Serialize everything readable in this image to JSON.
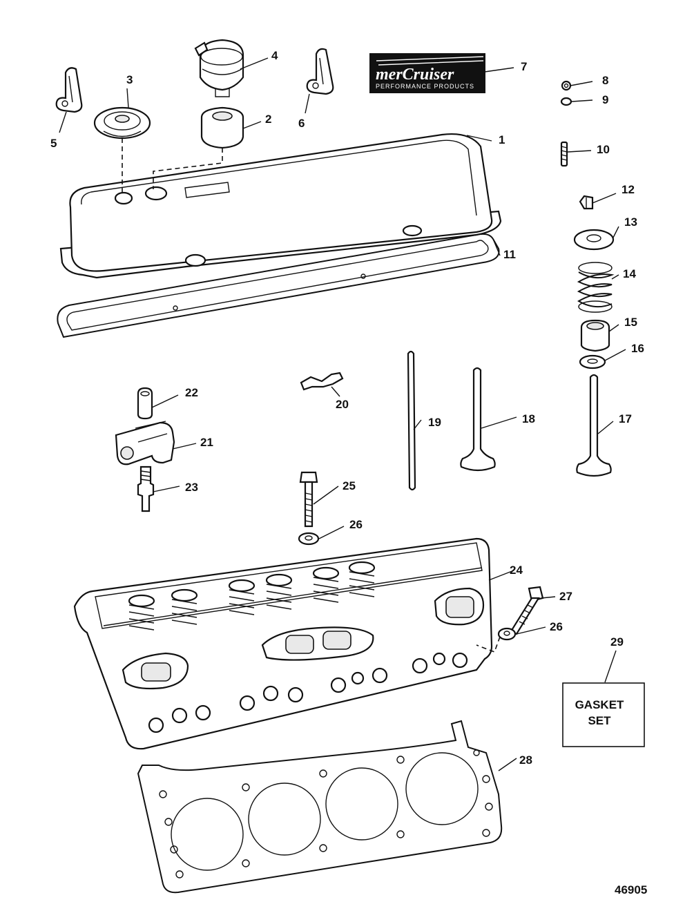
{
  "callouts": [
    "1",
    "2",
    "3",
    "4",
    "5",
    "6",
    "7",
    "8",
    "9",
    "10",
    "11",
    "12",
    "13",
    "14",
    "15",
    "16",
    "17",
    "18",
    "19",
    "20",
    "21",
    "22",
    "23",
    "24",
    "25",
    "26",
    "26",
    "27",
    "28",
    "29"
  ],
  "logo": {
    "brand": "merCruiser",
    "tagline": "PERFORMANCE PRODUCTS"
  },
  "gasket_box": {
    "line1": "GASKET",
    "line2": "SET"
  },
  "figure_number": "46905"
}
